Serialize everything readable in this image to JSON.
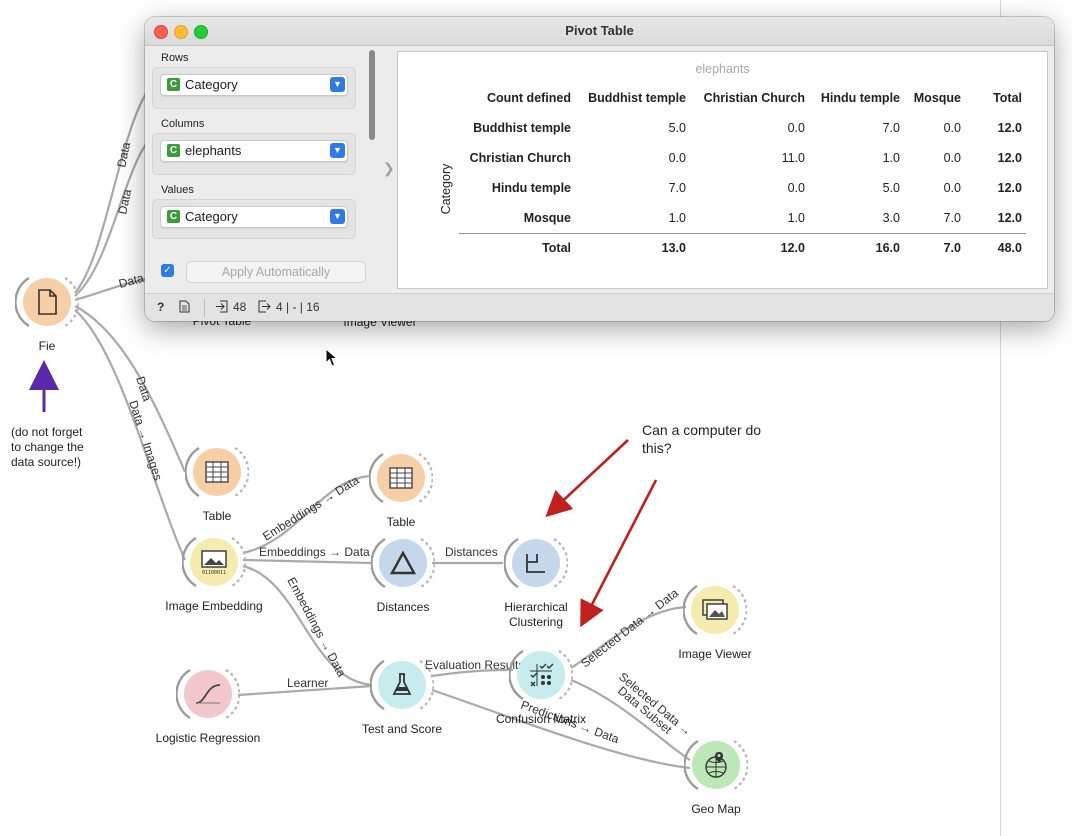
{
  "window": {
    "title": "Pivot Table",
    "controls": {
      "rows": {
        "label": "Rows",
        "value": "Category",
        "badge": "C"
      },
      "columns": {
        "label": "Columns",
        "value": "elephants",
        "badge": "C"
      },
      "values": {
        "label": "Values",
        "value": "Category",
        "badge": "C"
      }
    },
    "apply_label": "Apply Automatically",
    "apply_checked": true,
    "status": {
      "input_count": "48",
      "output_summary": "4 | - | 16"
    }
  },
  "pivot": {
    "column_variable": "elephants",
    "row_variable": "Category",
    "headers": [
      "Count defined",
      "Buddhist temple",
      "Christian Church",
      "Hindu temple",
      "Mosque",
      "Total"
    ],
    "rows": [
      {
        "label": "Buddhist temple",
        "values": [
          "5.0",
          "0.0",
          "7.0",
          "0.0"
        ],
        "total": "12.0"
      },
      {
        "label": "Christian Church",
        "values": [
          "0.0",
          "11.0",
          "1.0",
          "0.0"
        ],
        "total": "12.0"
      },
      {
        "label": "Hindu temple",
        "values": [
          "7.0",
          "0.0",
          "5.0",
          "0.0"
        ],
        "total": "12.0"
      },
      {
        "label": "Mosque",
        "values": [
          "1.0",
          "1.0",
          "3.0",
          "7.0"
        ],
        "total": "12.0"
      }
    ],
    "totals": {
      "label": "Total",
      "values": [
        "13.0",
        "12.0",
        "16.0",
        "7.0"
      ],
      "total": "48.0"
    }
  },
  "workflow": {
    "nodes": {
      "file": "Fie",
      "pivot": "Pivot Table",
      "image_viewer_top": "Image Viewer",
      "table1": "Table",
      "table2": "Table",
      "image_embedding": "Image Embedding",
      "distances": "Distances",
      "hierarchical": "Hierarchical\nClustering",
      "image_viewer": "Image Viewer",
      "logistic": "Logistic Regression",
      "test_score": "Test and Score",
      "confusion": "Confusion Matrix",
      "geo_map": "Geo Map"
    },
    "links": {
      "data1": "Data",
      "data2": "Data",
      "data3": "Data",
      "data4": "Data",
      "data_images": "Data → Images",
      "emb_data1": "Embeddings → Data",
      "emb_data2": "Embeddings → Data",
      "emb_data3": "Embeddings → Data",
      "distances": "Distances",
      "learner": "Learner",
      "eval": "Evaluation Results",
      "sel_data1": "Selected Data → Data",
      "sel_data2": "Selected Data →",
      "data_subset": "Data Subset",
      "predictions": "Predictions → Data"
    },
    "notes": {
      "reminder": "(do not forget\nto change the\ndata source!)",
      "question": "Can a computer do\nthis?"
    }
  },
  "colors": {
    "file": "#f6cfa6",
    "table": "#f6cfa6",
    "embedding": "#f3ecad",
    "distances": "#c5d8eb",
    "hierarchical": "#c5d8eb",
    "image_viewer": "#f3ecad",
    "logistic": "#f2c7cc",
    "test_score": "#c6ecee",
    "confusion": "#c6ecee",
    "geo_map": "#bce7b6",
    "arrow_purple": "#5b2aa8",
    "arrow_red": "#c0201e",
    "combo_blue": "#2f7ae5"
  }
}
